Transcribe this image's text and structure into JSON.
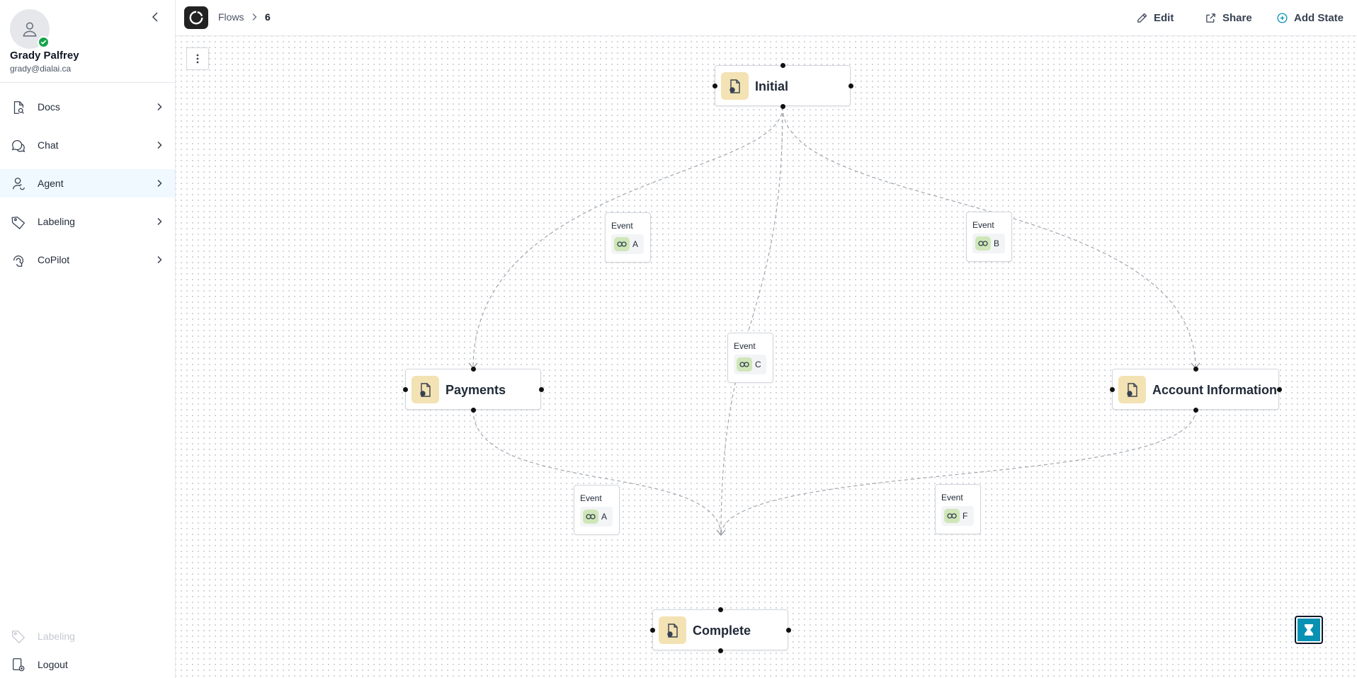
{
  "user": {
    "name": "Grady Palfrey",
    "email": "grady@dialai.ca",
    "status": "online"
  },
  "nav": [
    {
      "label": "Docs",
      "icon": "doc-search-icon"
    },
    {
      "label": "Chat",
      "icon": "chat-bubbles-icon"
    },
    {
      "label": "Agent",
      "icon": "agent-icon",
      "active": true
    },
    {
      "label": "Labeling",
      "icon": "tag-icon"
    },
    {
      "label": "CoPilot",
      "icon": "copilot-icon"
    }
  ],
  "footer": {
    "labeling": "Labeling",
    "logout": "Logout"
  },
  "breadcrumb": {
    "root": "Flows",
    "current": "6"
  },
  "toolbar": {
    "edit": "Edit",
    "share": "Share",
    "add_state": "Add State"
  },
  "states": {
    "initial": "Initial",
    "payments": "Payments",
    "account": "Account Information",
    "complete": "Complete"
  },
  "events": {
    "e1": {
      "title": "Event",
      "letter": "A"
    },
    "e2": {
      "title": "Event",
      "letter": "B"
    },
    "e3": {
      "title": "Event",
      "letter": "C"
    },
    "e4": {
      "title": "Event",
      "letter": "A"
    },
    "e5": {
      "title": "Event",
      "letter": "F"
    }
  },
  "colors": {
    "accent": "#0891b2",
    "state_icon_bg": "#f3e2b3",
    "event_icon_bg": "#cfe7b8",
    "online": "#16a34a"
  }
}
